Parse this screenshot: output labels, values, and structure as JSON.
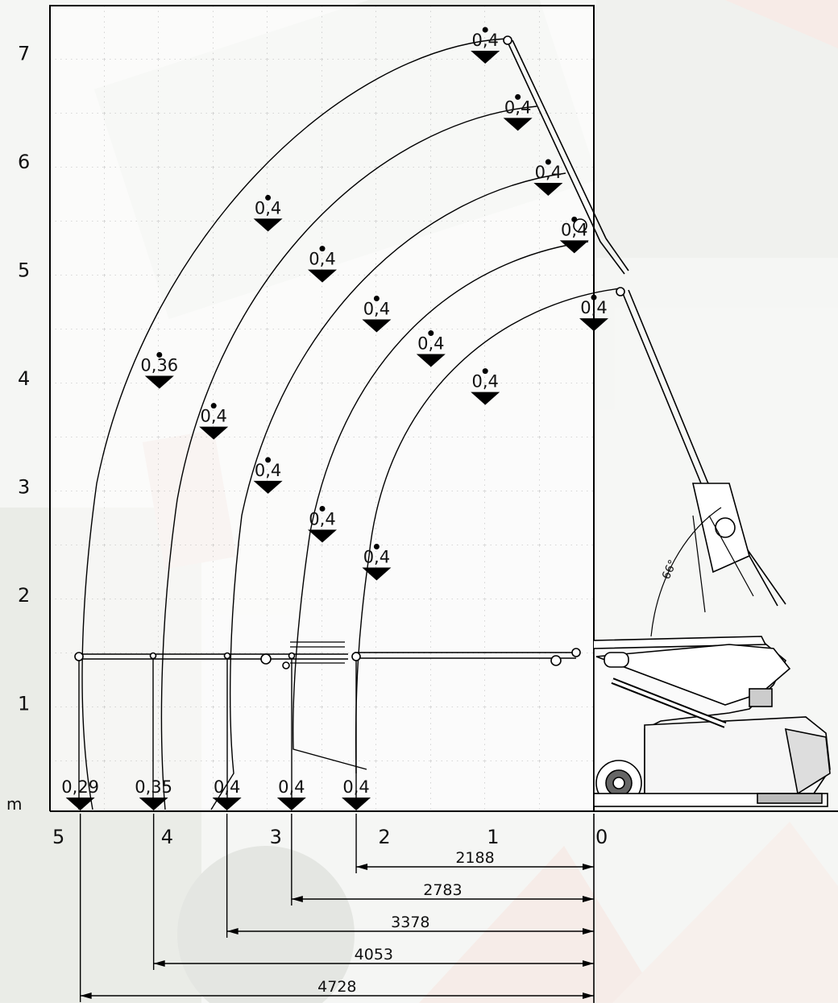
{
  "diagram": {
    "title": "",
    "y_unit_label": "m",
    "colors": {
      "line": "#000000",
      "background_photo": "#d7dcd2",
      "accent_red": "#c98b78"
    }
  },
  "chart_data": {
    "type": "diagram",
    "title": "",
    "xlabel": "",
    "ylabel": "m",
    "x_ticks": [
      "5",
      "4",
      "3",
      "2",
      "1",
      "0"
    ],
    "y_ticks": [
      "1",
      "2",
      "3",
      "4",
      "5",
      "6",
      "7"
    ],
    "xlim": [
      0,
      5
    ],
    "ylim": [
      0,
      7.4
    ],
    "angle_label": "66°",
    "ground_loads": [
      {
        "x": 4.728,
        "label": "0,29"
      },
      {
        "x": 4.053,
        "label": "0,35"
      },
      {
        "x": 3.378,
        "label": "0,4"
      },
      {
        "x": 2.783,
        "label": "0,4"
      },
      {
        "x": 2.188,
        "label": "0,4"
      }
    ],
    "arc_loads": [
      {
        "x": 1.0,
        "y": 6.9,
        "label": "0,4"
      },
      {
        "x": 3.0,
        "y": 5.35,
        "label": "0,4"
      },
      {
        "x": 4.0,
        "y": 3.9,
        "label": "0,36"
      },
      {
        "x": 0.7,
        "y": 6.28,
        "label": "0,4"
      },
      {
        "x": 2.5,
        "y": 4.88,
        "label": "0,4"
      },
      {
        "x": 3.5,
        "y": 3.43,
        "label": "0,4"
      },
      {
        "x": 0.42,
        "y": 5.68,
        "label": "0,4"
      },
      {
        "x": 2.0,
        "y": 4.42,
        "label": "0,4"
      },
      {
        "x": 3.0,
        "y": 2.93,
        "label": "0,4"
      },
      {
        "x": 0.18,
        "y": 5.15,
        "label": "0,4"
      },
      {
        "x": 1.5,
        "y": 4.1,
        "label": "0,4"
      },
      {
        "x": 2.5,
        "y": 2.48,
        "label": "0,4"
      },
      {
        "x": 0.0,
        "y": 4.43,
        "label": "0,4"
      },
      {
        "x": 1.0,
        "y": 3.75,
        "label": "0,4"
      },
      {
        "x": 2.0,
        "y": 2.13,
        "label": "0,4"
      }
    ],
    "dimensions": [
      {
        "value": "2188",
        "x": 2.188
      },
      {
        "value": "2783",
        "x": 2.783
      },
      {
        "value": "3378",
        "x": 3.378
      },
      {
        "value": "4053",
        "x": 4.053
      },
      {
        "value": "4728",
        "x": 4.728
      }
    ]
  }
}
